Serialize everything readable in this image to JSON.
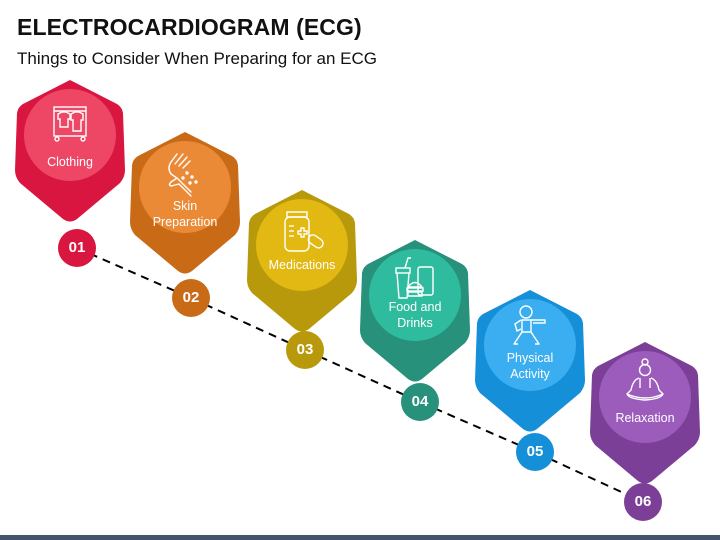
{
  "header": {
    "title": "ELECTROCARDIOGRAM (ECG)",
    "subtitle": "Things to Consider When Preparing for an ECG"
  },
  "steps": [
    {
      "number": "01",
      "label": "Clothing",
      "icon": "clothes-rack-icon",
      "outer_color": "#d9163f",
      "inner_color": "#ee4765"
    },
    {
      "number": "02",
      "label": "Skin Preparation",
      "label_lines": [
        "Skin",
        "Preparation"
      ],
      "icon": "hand-skin-icon",
      "outer_color": "#c96a17",
      "inner_color": "#ea8a36"
    },
    {
      "number": "03",
      "label": "Medications",
      "icon": "medicine-bottle-pill-icon",
      "outer_color": "#b9990c",
      "inner_color": "#e2b812"
    },
    {
      "number": "04",
      "label": "Food and Drinks",
      "label_lines": [
        "Food and",
        "Drinks"
      ],
      "icon": "food-drink-phone-icon",
      "outer_color": "#27917b",
      "inner_color": "#2fbc9e"
    },
    {
      "number": "05",
      "label": "Physical Activity",
      "label_lines": [
        "Physical",
        "Activity"
      ],
      "icon": "exercise-pose-icon",
      "outer_color": "#168fd9",
      "inner_color": "#3aaef0"
    },
    {
      "number": "06",
      "label": "Relaxation",
      "icon": "meditation-icon",
      "outer_color": "#7b3f97",
      "inner_color": "#9b5cbb"
    }
  ],
  "colors": {
    "bottom_bar": "#44546a",
    "connector_line": "#000000"
  }
}
